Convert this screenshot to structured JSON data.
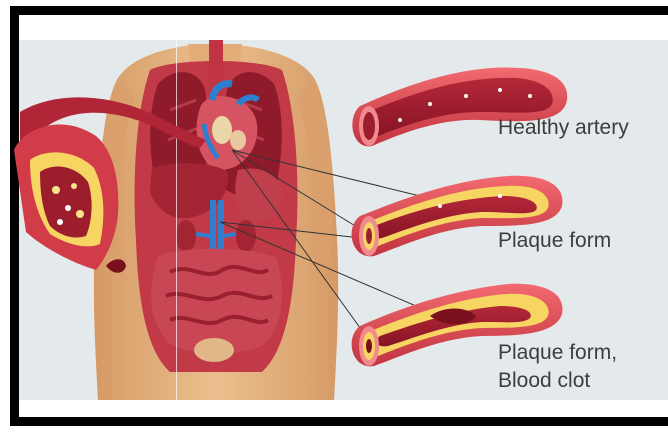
{
  "labels": {
    "healthy": "Healthy artery",
    "plaque": "Plaque form",
    "clot_line1": "Plaque form,",
    "clot_line2": "Blood clot"
  },
  "colors": {
    "background": "#e4e9eb",
    "frame": "#000000",
    "skin": "#e7b988",
    "skin_shadow": "#d9a06d",
    "organ_dark": "#8e1a2a",
    "organ_mid": "#b02b3a",
    "organ_light": "#d04a57",
    "artery_outer": "#e44d53",
    "artery_wall": "#f08a8e",
    "artery_lumen": "#9c1d2c",
    "plaque": "#f4d03f",
    "vein_blue": "#2f7fd0",
    "label_text": "#3d3d3d",
    "leader_line": "#333333"
  }
}
